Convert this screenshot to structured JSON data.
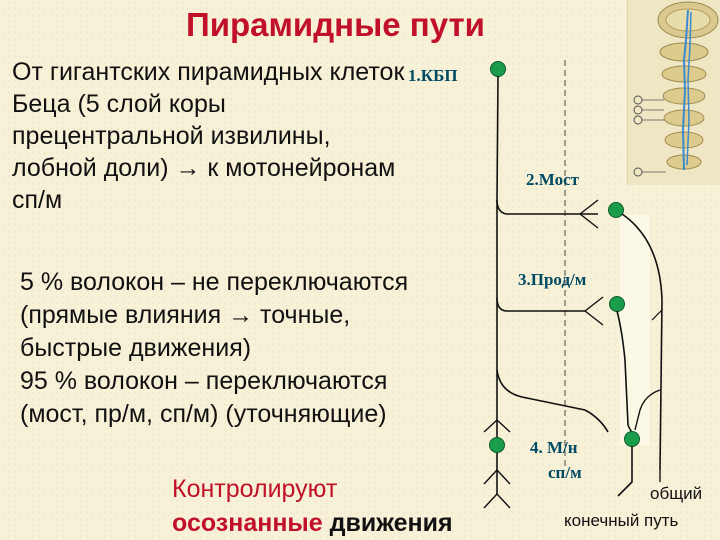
{
  "slide": {
    "title": "Пирамидные пути",
    "intro": "От гигантских пирамидных клеток Беца (5 слой коры прецентральной извилины, лобной доли) → к мотонейронам сп/м",
    "body_lines": [
      "5 % волокон – не переключаются",
      "(прямые влияния → точные,",
      "быстрые движения)",
      "95 % волокон – переключаются",
      "(мост, пр/м, сп/м) (уточняющие)"
    ],
    "control_line1": "Контролируют",
    "control_word_red": "осознанные",
    "control_word_black": "движения"
  },
  "diagram": {
    "labels": {
      "kbp": "1.КБП",
      "most": "2.Мост",
      "prod": "3.Прод/м",
      "mn": "4. М/н",
      "spm": "сп/м"
    },
    "end_label_1": "общий",
    "end_label_2": "конечный путь"
  },
  "colors": {
    "title_red": "#c0102a",
    "label_blue": "#004a64",
    "neuron_green": "#1a9d4a"
  }
}
